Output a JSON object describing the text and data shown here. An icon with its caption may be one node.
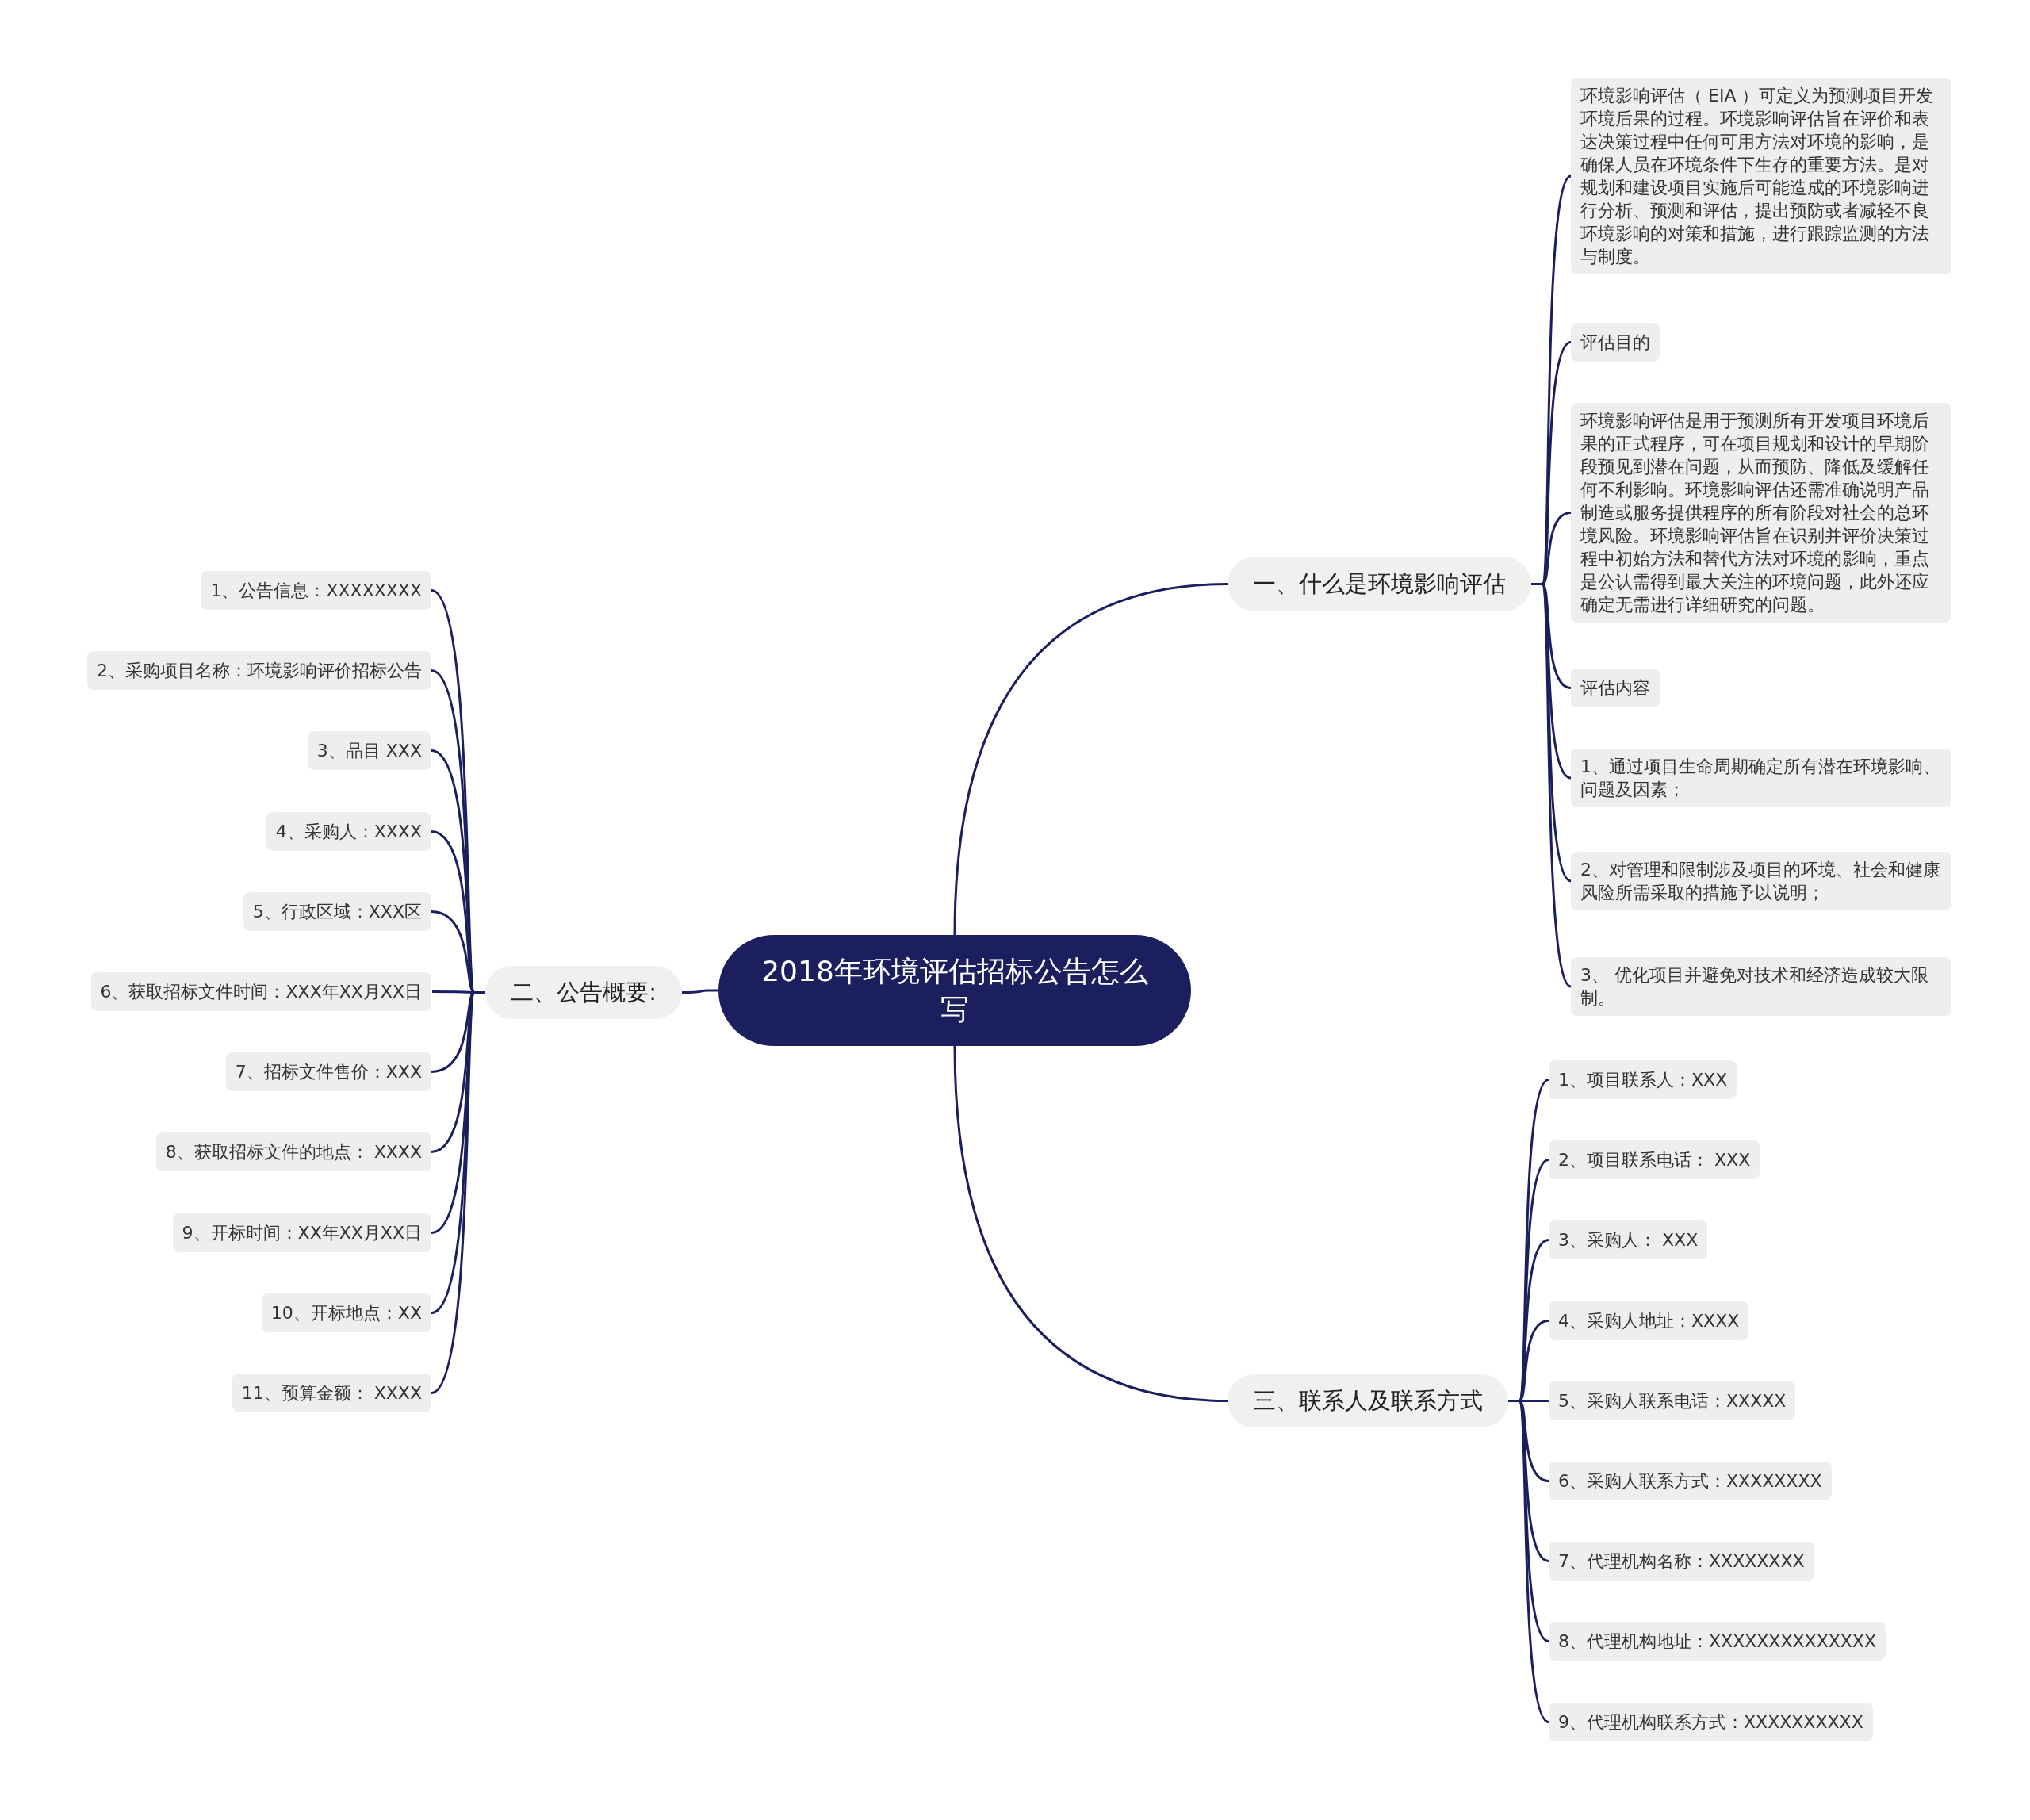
{
  "diagram": {
    "nodes": [
      {
        "text": [
          "2018年环境评估招标公告怎么写"
        ]
      },
      {
        "text": [
          "一、什么是环境影响评估"
        ]
      },
      {
        "text": [
          "环境影响评估（ EIA ）可定义为预测项目开发环境后果的过程。环境影响评估旨在评价和表达决策过程中任何可用方法对环境的影响，是确保人员在环境条件下生存的重要方法。是对规划和建设项目实施后可能造成的环境影响进行分析、预测和评估，提出预防或者减轻不良环境影响的对策和措施，进行跟踪监测的方法与制度。"
        ]
      },
      {
        "text": [
          "评估目的"
        ]
      },
      {
        "text": [
          "环境影响评估是用于预测所有开发项目环境后果的正式程序，可在项目规划和设计的早期阶段预见到潜在问题，从而预防、降低及缓解任何不利影响。环境影响评估还需准确说明产品制造或服务提供程序的所有阶段对社会的总环境风险。环境影响评估旨在识别并评价决策过程中初始方法和替代方法对环境的影响，重点是公认需得到最大关注的环境问题，此外还应确定无需进行详细研究的问题。"
        ]
      },
      {
        "text": [
          "评估内容"
        ]
      },
      {
        "text": [
          "1、通过项目生命周期确定所有潜在环境影响、问题及因素；"
        ]
      },
      {
        "text": [
          "2、对管理和限制涉及项目的环境、社会和健康风险所需采取的措施予以说明；"
        ]
      },
      {
        "text": [
          "3、 优化项目并避免对技术和经济造成较大限制。"
        ]
      },
      {
        "text": [
          "二、公告概要:"
        ]
      },
      {
        "text": [
          "1、公告信息：XXXXXXXX"
        ]
      },
      {
        "text": [
          "2、采购项目名称：环境影响评价招标公告"
        ]
      },
      {
        "text": [
          "3、品目 XXX"
        ]
      },
      {
        "text": [
          "4、采购人：XXXX"
        ]
      },
      {
        "text": [
          "5、行政区域：XXX区"
        ]
      },
      {
        "text": [
          "6、获取招标文件时间：XXX年XX月XX日"
        ]
      },
      {
        "text": [
          "7、招标文件售价：XXX"
        ]
      },
      {
        "text": [
          "8、获取招标文件的地点： XXXX"
        ]
      },
      {
        "text": [
          "9、开标时间：XX年XX月XX日"
        ]
      },
      {
        "text": [
          "10、开标地点：XX"
        ]
      },
      {
        "text": [
          "11、预算金额： XXXX"
        ]
      },
      {
        "text": [
          "三、联系人及联系方式"
        ]
      },
      {
        "text": [
          "1、项目联系人：XXX"
        ]
      },
      {
        "text": [
          "2、项目联系电话： XXX"
        ]
      },
      {
        "text": [
          "3、采购人： XXX"
        ]
      },
      {
        "text": [
          "4、采购人地址：XXXX"
        ]
      },
      {
        "text": [
          "5、采购人联系电话：XXXXX"
        ]
      },
      {
        "text": [
          "6、采购人联系方式：XXXXXXXX"
        ]
      },
      {
        "text": [
          "7、代理机构名称：XXXXXXXX"
        ]
      },
      {
        "text": [
          "8、代理机构地址：XXXXXXXXXXXXXX"
        ]
      },
      {
        "text": [
          "9、代理机构联系方式：XXXXXXXXXX"
        ]
      }
    ],
    "edges": [
      {
        "from": 0,
        "to": 1,
        "arrow": "none"
      },
      {
        "from": 1,
        "to": 2,
        "arrow": "none"
      },
      {
        "from": 1,
        "to": 3,
        "arrow": "none"
      },
      {
        "from": 1,
        "to": 4,
        "arrow": "none"
      },
      {
        "from": 1,
        "to": 5,
        "arrow": "none"
      },
      {
        "from": 1,
        "to": 6,
        "arrow": "none"
      },
      {
        "from": 1,
        "to": 7,
        "arrow": "none"
      },
      {
        "from": 1,
        "to": 8,
        "arrow": "none"
      },
      {
        "from": 0,
        "to": 9,
        "arrow": "none"
      },
      {
        "from": 9,
        "to": 10,
        "arrow": "none"
      },
      {
        "from": 9,
        "to": 11,
        "arrow": "none"
      },
      {
        "from": 9,
        "to": 12,
        "arrow": "none"
      },
      {
        "from": 9,
        "to": 13,
        "arrow": "none"
      },
      {
        "from": 9,
        "to": 14,
        "arrow": "none"
      },
      {
        "from": 9,
        "to": 15,
        "arrow": "none"
      },
      {
        "from": 9,
        "to": 16,
        "arrow": "none"
      },
      {
        "from": 9,
        "to": 17,
        "arrow": "none"
      },
      {
        "from": 9,
        "to": 18,
        "arrow": "none"
      },
      {
        "from": 9,
        "to": 19,
        "arrow": "none"
      },
      {
        "from": 9,
        "to": 20,
        "arrow": "none"
      },
      {
        "from": 0,
        "to": 21,
        "arrow": "none"
      },
      {
        "from": 21,
        "to": 22,
        "arrow": "none"
      },
      {
        "from": 21,
        "to": 23,
        "arrow": "none"
      },
      {
        "from": 21,
        "to": 24,
        "arrow": "none"
      },
      {
        "from": 21,
        "to": 25,
        "arrow": "none"
      },
      {
        "from": 21,
        "to": 26,
        "arrow": "none"
      },
      {
        "from": 21,
        "to": 27,
        "arrow": "none"
      },
      {
        "from": 21,
        "to": 28,
        "arrow": "none"
      },
      {
        "from": 21,
        "to": 29,
        "arrow": "none"
      },
      {
        "from": 21,
        "to": 30,
        "arrow": "none"
      }
    ]
  }
}
